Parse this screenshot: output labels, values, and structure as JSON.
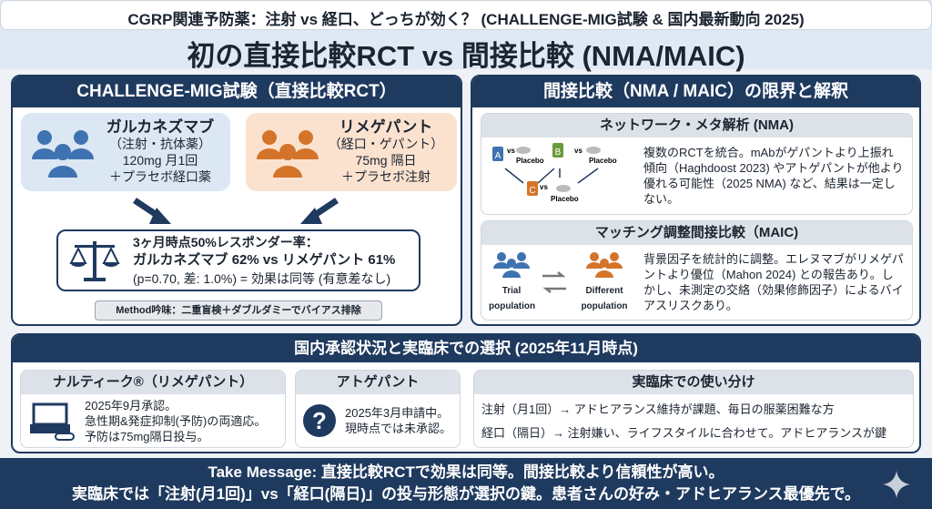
{
  "header": {
    "subtitle": "CGRP関連予防薬：注射 vs 経口、どっちが効く？ (CHALLENGE-MIG試験 & 国内最新動向 2025)",
    "title": "初の直接比較RCT vs 間接比較 (NMA/MAIC)"
  },
  "left": {
    "title": "CHALLENGE-MIG試験（直接比較RCT）",
    "arm_a": {
      "name": "ガルカネズマブ",
      "type": "（注射・抗体薬）",
      "dose": "120mg 月1回",
      "extra": "＋プラセボ経口薬"
    },
    "arm_b": {
      "name": "リメゲパント",
      "type": "（経口・ゲパント）",
      "dose": "75mg 隔日",
      "extra": "＋プラセボ注射"
    },
    "result": {
      "line1": "3ヶ月時点50%レスポンダー率：",
      "line2": "ガルカネズマブ 62% vs リメゲパント 61%",
      "line3": "(p=0.70, 差: 1.0%) = 効果は同等 (有意差なし)"
    },
    "method": "Method吟味：二重盲検＋ダブルダミーでバイアス排除"
  },
  "right": {
    "title": "間接比較（NMA / MAIC）の限界と解釈",
    "nma": {
      "title": "ネットワーク・メタ解析 (NMA)",
      "labels": [
        "A",
        "B",
        "C"
      ],
      "vs": "vs",
      "placebo": "Placebo",
      "text": "複数のRCTを統合。mAbがゲパントより上振れ傾向（Haghdoost 2023) やアトゲパントが他より優れる可能性（2025 NMA) など、結果は一定しない。"
    },
    "maic": {
      "title": "マッチング調整間接比較（MAIC)",
      "trial": "Trial population",
      "different": "Different population",
      "text": "背景因子を統計的に調整。エレヌマブがリメゲパントより優位（Mahon 2024) との報告あり。しかし、未測定の交絡（効果修飾因子）によるバイアスリスクあり。"
    }
  },
  "bottom": {
    "title": "国内承認状況と実臨床での選択 (2025年11月時点)",
    "nurtec": {
      "title": "ナルティーク®（リメゲパント）",
      "lines": [
        "2025年9月承認。",
        "急性期&発症抑制(予防)の両適応。",
        "予防は75mg隔日投与。"
      ]
    },
    "atogepant": {
      "title": "アトゲパント",
      "lines": [
        "2025年3月申請中。",
        "現時点では未承認。"
      ],
      "icon": "?"
    },
    "practice": {
      "title": "実臨床での使い分け",
      "lines": [
        "注射（月1回）→ アドヒアランス維持が課題、毎日の服薬困難な方",
        "経口（隔日）→ 注射嫌い、ライフスタイルに合わせて。アドヒアランスが鍵"
      ]
    }
  },
  "footer": {
    "line1": "Take Message: 直接比較RCTで効果は同等。間接比較より信頼性が高い。",
    "line2": "実臨床では「注射(月1回)」vs「経口(隔日)」の投与形態が選択の鍵。患者さんの好み・アドヒアランス最優先で。"
  },
  "colors": {
    "navy": "#1f3a5f",
    "blue": "#3f72b0",
    "orange": "#d4742a"
  }
}
